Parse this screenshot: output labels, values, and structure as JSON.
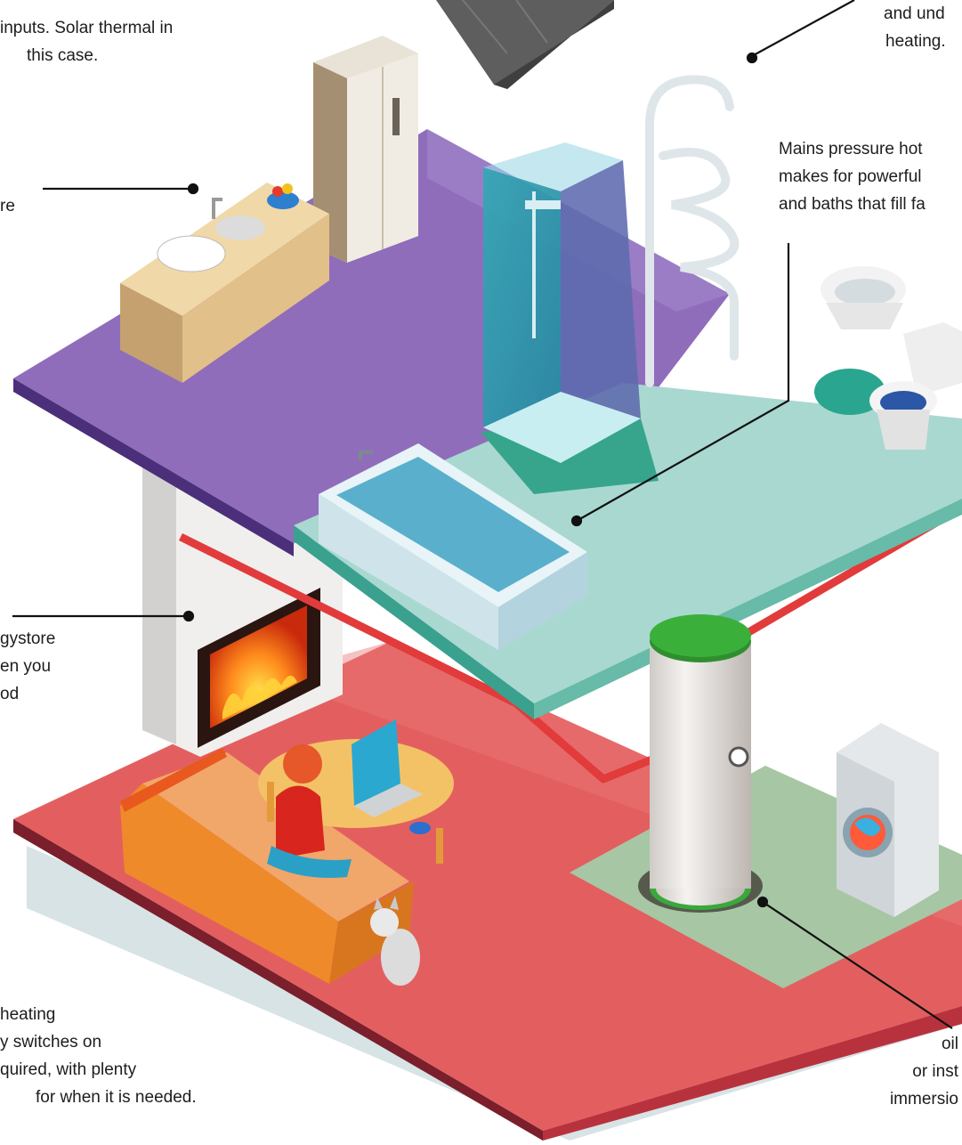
{
  "colors": {
    "upper_floor": "#8f6dbb",
    "bathroom_floor": "#a9d8d0",
    "ground_floor": "#e25f5f",
    "utility_floor": "#a9c7a6",
    "pipe": "#e23b3b",
    "cylinder": "#e8e6e4",
    "cylinder_cap": "#3aa83a"
  },
  "labels": {
    "solar": [
      "inputs. Solar thermal in",
      "this case."
    ],
    "kitchen": [
      "re"
    ],
    "towel_rail": [
      "and und",
      "heating."
    ],
    "mains_pressure": [
      "Mains pressure hot",
      "makes for powerful",
      "and baths that fill fa"
    ],
    "stove": [
      "gystore",
      "en you",
      "od"
    ],
    "heating": [
      "heating",
      "y switches on",
      "quired, with plenty",
      "for when it is needed."
    ],
    "cylinder": [
      "oil",
      "or inst",
      "immersio"
    ]
  },
  "icons": {
    "solar_panel": "solar-panel-icon",
    "fridge": "fridge-icon",
    "sink": "kitchen-sink-icon",
    "towel_rail": "towel-rail-icon",
    "shower": "shower-icon",
    "basin": "basin-icon",
    "toilet": "toilet-icon",
    "bath": "bathtub-icon",
    "stove": "wood-stove-icon",
    "sofa": "sofa-icon",
    "person": "person-laptop-icon",
    "cat": "cat-icon",
    "cylinder": "hot-water-cylinder-icon",
    "washer": "washing-machine-icon"
  }
}
